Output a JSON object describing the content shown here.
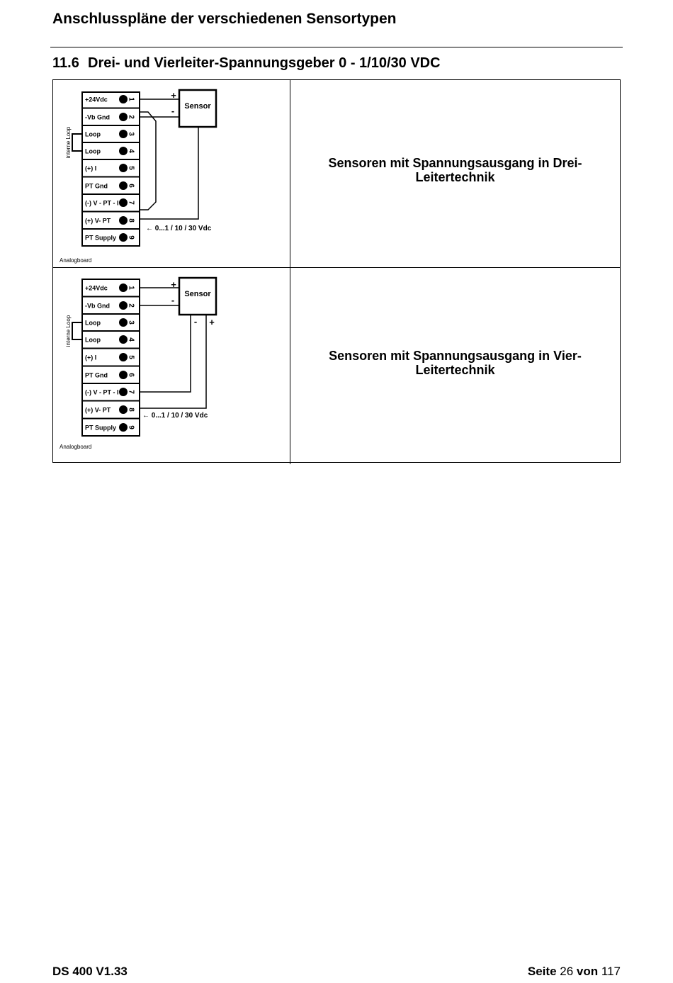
{
  "header": {
    "title": "Anschlusspläne der verschiedenen Sensortypen"
  },
  "section": {
    "number": "11.6",
    "title": "Drei- und Vierleiter-Spannungsgeber 0 - 1/10/30 VDC"
  },
  "terminal_labels": [
    "+24Vdc",
    "-Vb Gnd",
    "Loop",
    "Loop",
    "(+) I",
    "PT Gnd",
    "(-) V - PT - I",
    "(+) V- PT",
    "PT Supply"
  ],
  "terminal_numbers": [
    "1",
    "2",
    "3",
    "4",
    "5",
    "6",
    "7",
    "8",
    "9"
  ],
  "diagram1": {
    "sensor_label": "Sensor",
    "plus": "+",
    "minus": "-",
    "loop_label": "interne Loop",
    "signal_label": "← 0...1 / 10 / 30 Vdc",
    "board_label": "Analogboard",
    "description": "Sensoren mit Spannungsausgang in Drei-Leitertechnik"
  },
  "diagram2": {
    "sensor_label": "Sensor",
    "plus": "+",
    "minus": "-",
    "out_minus": "-",
    "out_plus": "+",
    "loop_label": "interne Loop",
    "signal_label": "← 0...1 / 10 / 30 Vdc",
    "board_label": "Analogboard",
    "description": "Sensoren mit Spannungsausgang in Vier-Leitertechnik"
  },
  "footer": {
    "doc": "DS 400 V1.33",
    "page_word": "Seite",
    "page": "26",
    "of_word": "von",
    "total": "117"
  }
}
